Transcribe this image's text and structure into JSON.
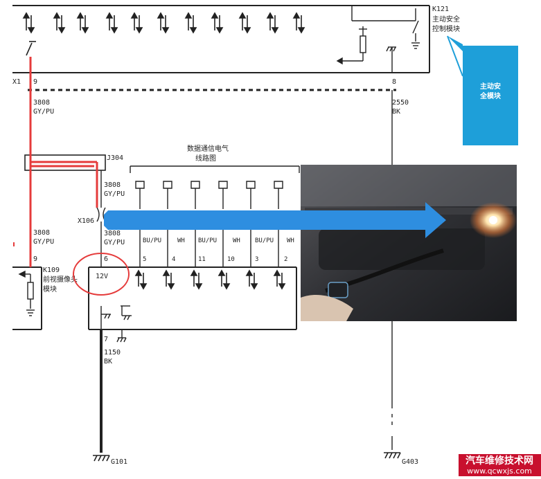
{
  "modules": {
    "k121": {
      "id": "K121",
      "name_line1": "主动安全",
      "name_line2": "控制模块"
    },
    "k109": {
      "id": "K109",
      "name_line1": "前视摄像头",
      "name_line2": "模块"
    }
  },
  "callout": {
    "line1": "主动安",
    "line2": "全模块"
  },
  "connectors": {
    "x1": "X1",
    "j304": "J304",
    "x106": "X106"
  },
  "pins": {
    "x1_left": "9",
    "x1_right": "8",
    "k109_left": "9",
    "k109_power": "6",
    "k109_ground": "7"
  },
  "wires": {
    "left_top": {
      "circuit": "3808",
      "color": "GY/PU"
    },
    "j304_down": {
      "circuit": "3808",
      "color": "GY/PU"
    },
    "x106_down": {
      "circuit": "3808",
      "color": "GY/PU"
    },
    "left_lower": {
      "circuit": "3808",
      "color": "GY/PU"
    },
    "right_ground": {
      "circuit": "2550",
      "color": "BK"
    },
    "k109_ground": {
      "circuit": "1150",
      "color": "BK"
    }
  },
  "data_bus": {
    "title_line1": "数据通信电气",
    "title_line2": "线路图",
    "lines": [
      {
        "color": "BU/PU",
        "pin": "5"
      },
      {
        "color": "WH",
        "pin": "4"
      },
      {
        "color": "BU/PU",
        "pin": "11"
      },
      {
        "color": "WH",
        "pin": "10"
      },
      {
        "color": "BU/PU",
        "pin": "3"
      },
      {
        "color": "WH",
        "pin": "2"
      }
    ]
  },
  "voltage_label": "12V",
  "grounds": {
    "g101": "G101",
    "g403": "G403"
  },
  "watermark": {
    "line1": "汽车维修技术网",
    "line2": "www.qcwxjs.com"
  },
  "colors": {
    "highlight_red": "#e53b3b",
    "callout_blue": "#1e9fd9",
    "arrow_blue": "#2e8ee0",
    "line_black": "#222222"
  }
}
